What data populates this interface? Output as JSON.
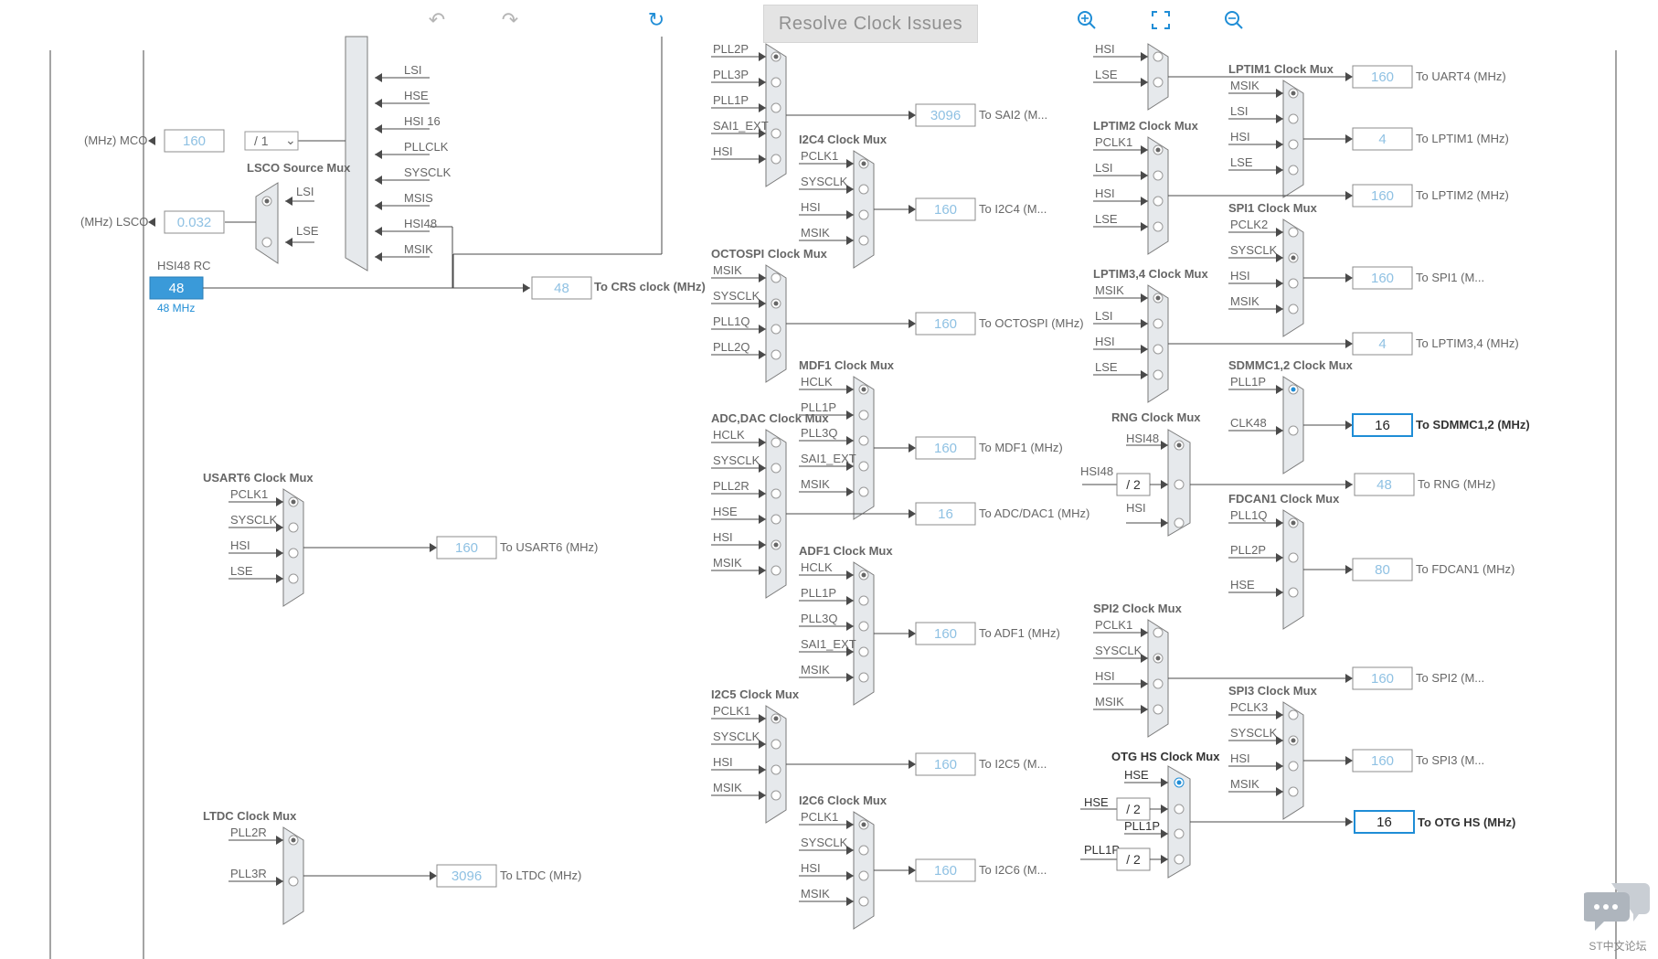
{
  "toolbar": {
    "undo_icon": "undo-icon",
    "redo_icon": "redo-icon",
    "refresh_icon": "refresh-icon",
    "resolve_label": "Resolve Clock Issues",
    "zoom_in_icon": "zoom-in-icon",
    "fit_icon": "fit-screen-icon",
    "zoom_out_icon": "zoom-out-icon"
  },
  "colors": {
    "line": "#4a4a4a",
    "mux_fill": "#e6e9ec",
    "value_text": "#8fc1e3",
    "box_border": "#8c8c8c",
    "highlight": "#1f8dd6",
    "hsi48_fill": "#3a9ad9"
  },
  "left_panel": {
    "input_labels": [
      "LSI",
      "HSE",
      "HSI 16",
      "PLLCLK",
      "SYSCLK",
      "MSIS",
      "HSI48",
      "MSIK"
    ],
    "mco_value": "160",
    "mco_output": "(MHz) MCO",
    "mco_divider": "/ 1",
    "lsco_title": "LSCO Source Mux",
    "lsco_inputs": [
      "LSI",
      "LSE"
    ],
    "lsco_value": "0.032",
    "lsco_output": "(MHz) LSCO",
    "hsi48_title": "HSI48 RC",
    "hsi48_value": "48",
    "hsi48_freq": "48 MHz",
    "crs_value": "48",
    "crs_output": "To CRS clock (MHz)",
    "usart6": {
      "title": "USART6 Clock Mux",
      "inputs": [
        "PCLK1",
        "SYSCLK",
        "HSI",
        "LSE"
      ],
      "value": "160",
      "output": "To USART6 (MHz)"
    },
    "ltdc": {
      "title": "LTDC Clock Mux",
      "inputs": [
        "PLL2R",
        "PLL3R"
      ],
      "value": "3096",
      "output": "To LTDC (MHz)"
    }
  },
  "middle": {
    "sai2_mux": {
      "inputs": [
        "PLL2P",
        "PLL3P",
        "PLL1P",
        "SAI1_EXT",
        "HSI"
      ],
      "value": "3096",
      "output": "To SAI2 (M..."
    },
    "i2c4": {
      "title": "I2C4 Clock Mux",
      "inputs": [
        "PCLK1",
        "SYSCLK",
        "HSI",
        "MSIK"
      ],
      "value": "160",
      "output": "To I2C4 (M..."
    },
    "octospi": {
      "title": "OCTOSPI Clock Mux",
      "inputs": [
        "MSIK",
        "SYSCLK",
        "PLL1Q",
        "PLL2Q"
      ],
      "value": "160",
      "output": "To OCTOSPI (MHz)"
    },
    "mdf1": {
      "title": "MDF1 Clock Mux",
      "inputs": [
        "HCLK",
        "PLL1P",
        "PLL3Q",
        "SAI1_EXT",
        "MSIK"
      ],
      "value": "160",
      "output": "To MDF1 (MHz)"
    },
    "adcdac": {
      "title": "ADC,DAC Clock Mux",
      "inputs": [
        "HCLK",
        "SYSCLK",
        "PLL2R",
        "HSE",
        "HSI",
        "MSIK"
      ],
      "value": "16",
      "output": "To ADC/DAC1 (MHz)"
    },
    "adf1": {
      "title": "ADF1 Clock Mux",
      "inputs": [
        "HCLK",
        "PLL1P",
        "PLL3Q",
        "SAI1_EXT",
        "MSIK"
      ],
      "value": "160",
      "output": "To ADF1 (MHz)"
    },
    "i2c5": {
      "title": "I2C5 Clock Mux",
      "inputs": [
        "PCLK1",
        "SYSCLK",
        "HSI",
        "MSIK"
      ],
      "value": "160",
      "output": "To I2C5 (M..."
    },
    "i2c6": {
      "title": "I2C6 Clock Mux",
      "inputs": [
        "PCLK1",
        "SYSCLK",
        "HSI",
        "MSIK"
      ],
      "value": "160",
      "output": "To I2C6 (M..."
    }
  },
  "right": {
    "uart4": {
      "inputs": [
        "HSI",
        "LSE"
      ],
      "value": "160",
      "output": "To UART4 (MHz)"
    },
    "lptim1": {
      "title": "LPTIM1 Clock Mux",
      "inputs": [
        "MSIK",
        "LSI",
        "HSI",
        "LSE"
      ],
      "value": "4",
      "output": "To LPTIM1 (MHz)"
    },
    "lptim2": {
      "title": "LPTIM2 Clock Mux",
      "inputs": [
        "PCLK1",
        "LSI",
        "HSI",
        "LSE"
      ],
      "value": "160",
      "output": "To LPTIM2 (MHz)"
    },
    "spi1": {
      "title": "SPI1 Clock Mux",
      "inputs": [
        "PCLK2",
        "SYSCLK",
        "HSI",
        "MSIK"
      ],
      "value": "160",
      "output": "To SPI1 (M..."
    },
    "lptim34": {
      "title": "LPTIM3,4 Clock Mux",
      "inputs": [
        "MSIK",
        "LSI",
        "HSI",
        "LSE"
      ],
      "value": "4",
      "output": "To LPTIM3,4 (MHz)"
    },
    "sdmmc": {
      "title": "SDMMC1,2 Clock Mux",
      "inputs": [
        "PLL1P",
        "CLK48"
      ],
      "value": "16",
      "output": "To SDMMC1,2 (MHz)"
    },
    "rng": {
      "title": "RNG Clock Mux",
      "inputs": [
        "HSI48",
        "HSI"
      ],
      "src": "HSI48",
      "divider": "/ 2",
      "value": "48",
      "output": "To RNG (MHz)"
    },
    "fdcan": {
      "title": "FDCAN1 Clock Mux",
      "inputs": [
        "PLL1Q",
        "PLL2P",
        "HSE"
      ],
      "value": "80",
      "output": "To FDCAN1 (MHz)"
    },
    "spi2": {
      "title": "SPI2 Clock Mux",
      "inputs": [
        "PCLK1",
        "SYSCLK",
        "HSI",
        "MSIK"
      ],
      "value": "160",
      "output": "To SPI2 (M..."
    },
    "spi3": {
      "title": "SPI3 Clock Mux",
      "inputs": [
        "PCLK3",
        "SYSCLK",
        "HSI",
        "MSIK"
      ],
      "value": "160",
      "output": "To SPI3 (M..."
    },
    "otg": {
      "title": "OTG HS Clock Mux",
      "inputs": [
        "HSE",
        "PLL1P"
      ],
      "pre": [
        "HSE",
        "PLL1P"
      ],
      "dividers": [
        "/ 2",
        "/ 2"
      ],
      "value": "16",
      "output": "To OTG HS (MHz)"
    }
  },
  "watermark": {
    "icon": "chat-bubble-icon",
    "text": "ST中文论坛"
  }
}
